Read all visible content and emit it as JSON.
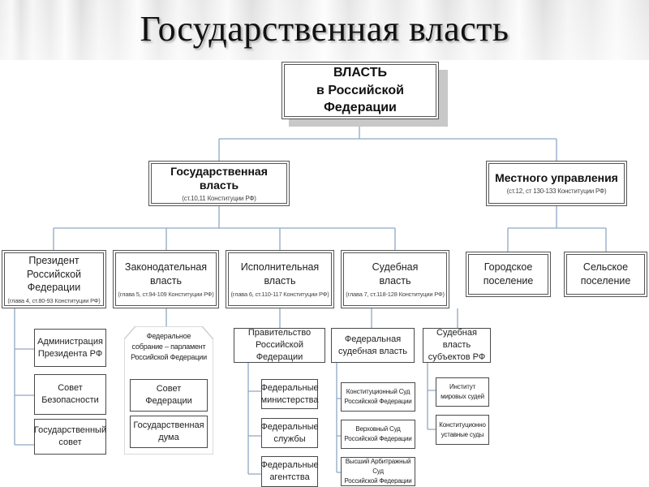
{
  "title": "Государственная власть",
  "colors": {
    "connector": "#8fa8c4",
    "border": "#555555",
    "shadow": "#c8c8c8"
  },
  "diagram": {
    "root": {
      "line1": "ВЛАСТЬ",
      "line2": "в Российской Федерации"
    },
    "state_power": {
      "label": "Государственная власть",
      "ref": "(ст.10,11 Конституции РФ)"
    },
    "local_government": {
      "label": "Местного управления",
      "ref": "(ст.12, ст 130-133 Конституции РФ)"
    },
    "branches": [
      {
        "line1": "Президент",
        "line2": "Российской Федерации",
        "ref": "(глава 4, ст.80-93 Конституции РФ)"
      },
      {
        "line1": "Законодательная",
        "line2": "власть",
        "ref": "(глава 5, ст.94-109 Конституции РФ)"
      },
      {
        "line1": "Исполнительная",
        "line2": "власть",
        "ref": "(глава 6, ст.110-117 Конституции РФ)"
      },
      {
        "line1": "Судебная",
        "line2": "власть",
        "ref": "(глава 7, ст.118-128 Конституции РФ)"
      }
    ],
    "local": [
      {
        "line1": "Городское",
        "line2": "поселение"
      },
      {
        "line1": "Сельское",
        "line2": "поселение"
      }
    ],
    "president_bodies": [
      {
        "line1": "Администрация",
        "line2": "Президента РФ"
      },
      {
        "line1": "Совет",
        "line2": "Безопасности"
      },
      {
        "line1": "Государственный",
        "line2": "совет"
      }
    ],
    "parliament": {
      "line1": "Федеральное",
      "line2": "собрание – парламент",
      "line3": "Российской Федерации",
      "chambers": [
        {
          "line1": "Совет",
          "line2": "Федерации"
        },
        {
          "line1": "Государственная",
          "line2": "дума"
        }
      ]
    },
    "government": {
      "line1": "Правительство",
      "line2": "Российской Федерации"
    },
    "executive_bodies": [
      {
        "line1": "Федеральные",
        "line2": "министерства"
      },
      {
        "line1": "Федеральные",
        "line2": "службы"
      },
      {
        "line1": "Федеральные",
        "line2": "агентства"
      }
    ],
    "federal_judiciary": {
      "line1": "Федеральная",
      "line2": "судебная власть"
    },
    "federal_courts": [
      {
        "line1": "Конституционный Суд",
        "line2": "Российской Федерации"
      },
      {
        "line1": "Верховный Суд",
        "line2": "Российской Федерации"
      },
      {
        "line1": "Высший Арбитражный Суд",
        "line2": "Российской Федерации"
      }
    ],
    "regional_judiciary": {
      "line1": "Судебная власть",
      "line2": "субъектов РФ"
    },
    "regional_courts": [
      {
        "line1": "Институт",
        "line2": "мировых судей"
      },
      {
        "line1": "Конституционно",
        "line2": "уставные суды"
      }
    ]
  }
}
